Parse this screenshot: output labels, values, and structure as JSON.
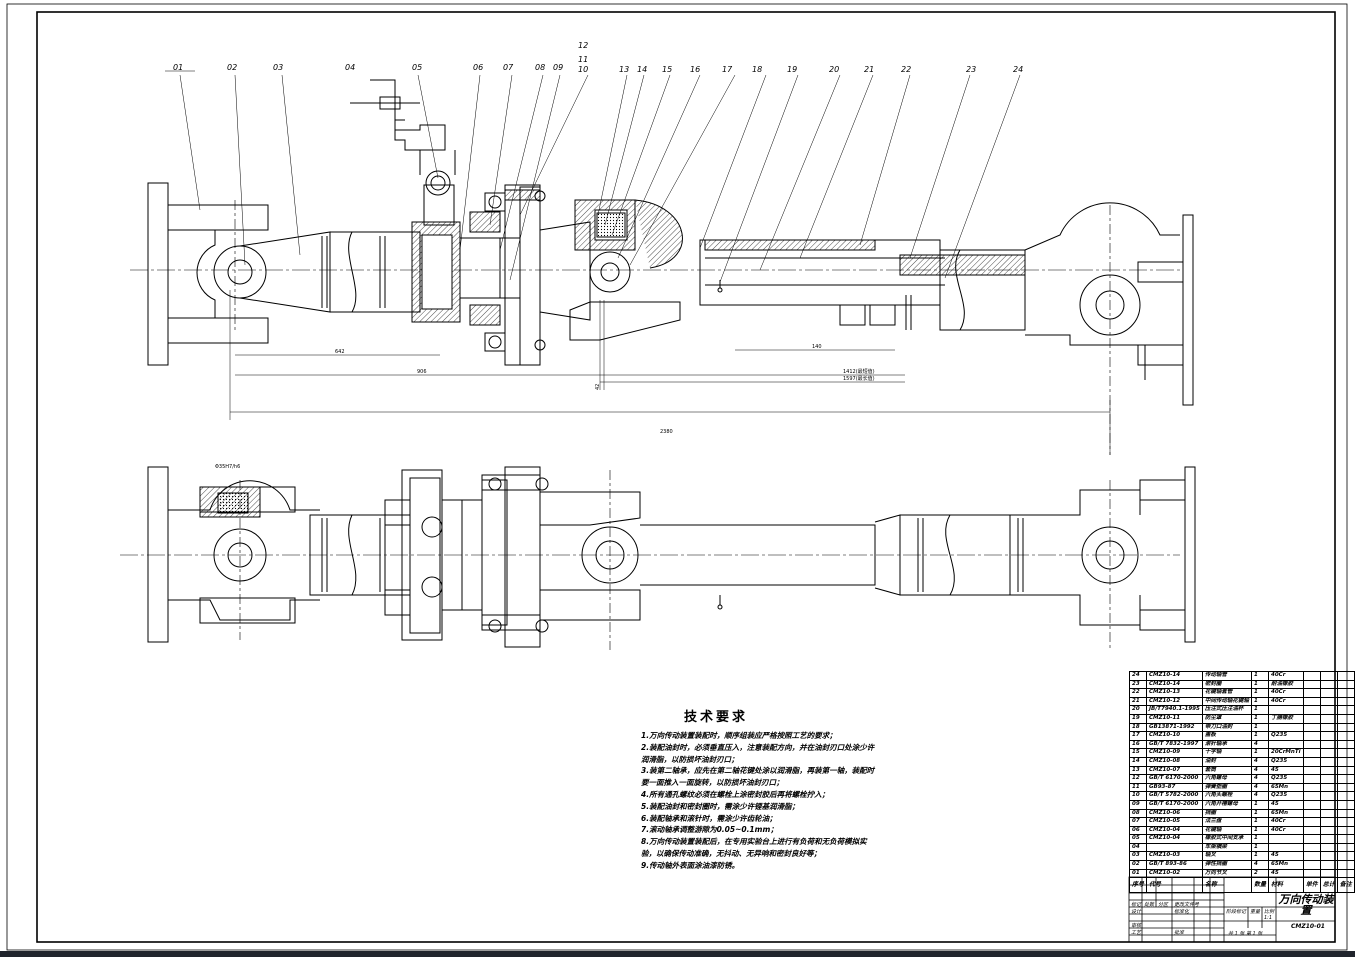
{
  "drawing": {
    "labels": [
      "01",
      "02",
      "03",
      "04",
      "05",
      "06",
      "07",
      "08",
      "09",
      "10",
      "11",
      "12",
      "13",
      "14",
      "15",
      "16",
      "17",
      "18",
      "19",
      "20",
      "21",
      "22",
      "23",
      "24"
    ],
    "dimensions": {
      "d642": "642",
      "d906": "906",
      "d42": "42",
      "d140": "140",
      "d2380": "2380",
      "dlen1": "1412(最短值)",
      "dlen2": "1597(最长值)",
      "d_top": "Φ35H7/h6"
    }
  },
  "technical_requirements": {
    "title": "技术要求",
    "items": [
      "1.万向传动装置装配时，顺序组装应严格按照工艺的要求；",
      "2.装配油封时，必须垂直压入，注意装配方向，并在油封刃口处涂少许润滑脂，以防损坏油封刃口；",
      "3.装第二轴承，应先在第二轴花键处涂以润滑脂，再装第一轴，装配时要一面推入一面旋转，以防损坏油封刃口；",
      "4.所有通孔螺纹必须在螺栓上涂密封胶后再将螺栓拧入；",
      "5.装配油封和密封圈时，需涂少许锂基润滑脂；",
      "6.装配轴承和滚针时，需涂少许齿轮油；",
      "7.滚动轴承调整游隙为0.05~0.1mm；",
      "8.万向传动装置装配后，在专用实验台上进行有负荷和无负荷模拟实验，以确保传动准确，无抖动、无异响和密封良好等；",
      "9.传动轴外表面涂油漆防锈。"
    ]
  },
  "bom": {
    "rows": [
      [
        "24",
        "CMZ10-14",
        "传动轴管",
        "1",
        "40Cr"
      ],
      [
        "23",
        "CMZ10-14",
        "密封圈",
        "1",
        "耐油橡胶"
      ],
      [
        "22",
        "CMZ10-13",
        "花键轴套管",
        "1",
        "40Cr"
      ],
      [
        "21",
        "CMZ10-12",
        "中间传动轴花键轴",
        "1",
        "40Cr"
      ],
      [
        "20",
        "JB/T7940.1-1995",
        "压注式压注油杯",
        "1",
        ""
      ],
      [
        "19",
        "CMZ10-11",
        "防尘罩",
        "1",
        "丁腈橡胶"
      ],
      [
        "18",
        "GB13871-1992",
        "带刀口油封",
        "1",
        ""
      ],
      [
        "17",
        "CMZ10-10",
        "盖板",
        "1",
        "Q235"
      ],
      [
        "16",
        "GB/T 7832-1997",
        "滚针轴承",
        "4",
        ""
      ],
      [
        "15",
        "CMZ10-09",
        "十字轴",
        "1",
        "20CrMnTi"
      ],
      [
        "14",
        "CMZ10-08",
        "油封",
        "4",
        "Q235"
      ],
      [
        "13",
        "CMZ10-07",
        "套筒",
        "4",
        "45"
      ],
      [
        "12",
        "GB/T 6170-2000",
        "六角螺母",
        "4",
        "Q235"
      ],
      [
        "11",
        "GB93-87",
        "弹簧垫圈",
        "4",
        "65Mn"
      ],
      [
        "10",
        "GB/T 5782-2000",
        "六角头螺栓",
        "4",
        "Q235"
      ],
      [
        "09",
        "GB/T 6170-2000",
        "六角开槽螺母",
        "1",
        "45"
      ],
      [
        "08",
        "CMZ10-06",
        "挡圈",
        "1",
        "65Mn"
      ],
      [
        "07",
        "CMZ10-05",
        "法兰盘",
        "1",
        "40Cr"
      ],
      [
        "06",
        "CMZ10-04",
        "花键轴",
        "1",
        "40Cr"
      ],
      [
        "05",
        "CMZ10-04",
        "橡胶式中间支承",
        "1",
        ""
      ],
      [
        "04",
        "",
        "车架横梁",
        "1",
        ""
      ],
      [
        "03",
        "CMZ10-03",
        "轴叉",
        "1",
        "45"
      ],
      [
        "02",
        "GB/T 893-86",
        "弹性挡圈",
        "4",
        "65Mn"
      ],
      [
        "01",
        "CMZ10-02",
        "万向节叉",
        "2",
        "45"
      ]
    ],
    "header": [
      "序号",
      "代号",
      "名称",
      "数量",
      "材料",
      "单件",
      "总计",
      "备注"
    ]
  },
  "title_block": {
    "name": "万向传动装置",
    "drawing_number": "CMZ10-01",
    "scale": "1:1",
    "sheet": "共 1 张  第 1 张",
    "labels": [
      "标记",
      "处数",
      "分区",
      "更改文件号",
      "设计",
      "标准化",
      "审核",
      "工艺",
      "批准",
      "阶段标记",
      "重量",
      "比例"
    ]
  }
}
